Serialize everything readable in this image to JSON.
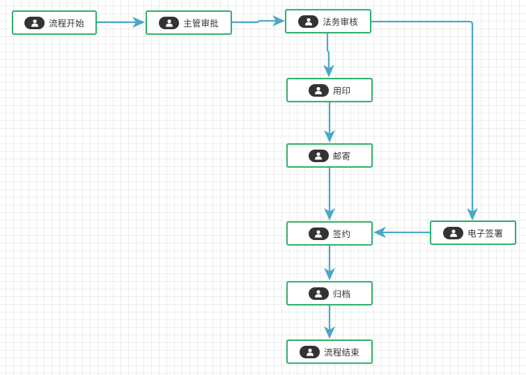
{
  "diagram": {
    "colors": {
      "node_border": "#2fb06a",
      "edge": "#4aa8c6",
      "icon_bg": "#333333",
      "grid": "#ececec"
    },
    "nodes": {
      "start": {
        "label": "流程开始",
        "icon": "user-icon"
      },
      "manager_approval": {
        "label": "主管审批",
        "icon": "user-icon"
      },
      "legal_review": {
        "label": "法务审核",
        "icon": "user-icon"
      },
      "seal": {
        "label": "用印",
        "icon": "user-icon"
      },
      "mail": {
        "label": "邮寄",
        "icon": "user-icon"
      },
      "sign": {
        "label": "签约",
        "icon": "user-icon"
      },
      "esign": {
        "label": "电子签署",
        "icon": "user-icon"
      },
      "archive": {
        "label": "归档",
        "icon": "user-icon"
      },
      "end": {
        "label": "流程结束",
        "icon": "user-icon"
      }
    },
    "edges": [
      {
        "from": "start",
        "to": "manager_approval"
      },
      {
        "from": "manager_approval",
        "to": "legal_review"
      },
      {
        "from": "legal_review",
        "to": "seal"
      },
      {
        "from": "legal_review",
        "to": "esign"
      },
      {
        "from": "seal",
        "to": "mail"
      },
      {
        "from": "mail",
        "to": "sign"
      },
      {
        "from": "esign",
        "to": "sign"
      },
      {
        "from": "sign",
        "to": "archive"
      },
      {
        "from": "archive",
        "to": "end"
      }
    ]
  }
}
